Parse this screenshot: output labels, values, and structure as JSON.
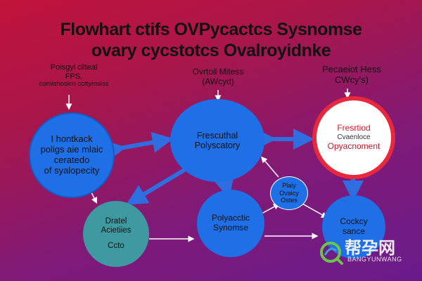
{
  "title": {
    "line1": "Flowhart ctifs OVPycactcs Sysnomse",
    "line2": "ovary cycstotcs Ovalroyidnke"
  },
  "labels": {
    "left_top": [
      "Poisgyi cilteal",
      "FPS,",
      "comishosicn ccttymsiss"
    ],
    "center_top": [
      "Ovrtoil Mitess",
      "(AWcyd)"
    ],
    "right_top": [
      "Pecaeiot Hess",
      "CWcy's)"
    ]
  },
  "nodes": {
    "left": [
      "I hontkack",
      "poligs aie mlaic",
      "ceratedo",
      "of syalopecity"
    ],
    "center": [
      "Frescuthal",
      "Polyscatory"
    ],
    "right": [
      "Fresrtiod",
      "Cvaenloce",
      "Opyacnoment"
    ],
    "small": [
      "Plaiy",
      "Ovaicy",
      "Ostes"
    ],
    "bottom_left": [
      "Dratel",
      "Acietiies",
      "Ccto"
    ],
    "bottom_center": [
      "Polyacctic",
      "Synomse"
    ],
    "bottom_right": [
      "Cockcy",
      "sance"
    ]
  },
  "watermark": {
    "chinese": "帮孕网",
    "latin": "BANGYUNWANG"
  },
  "colors": {
    "background_top": "#c2143c",
    "background_bottom": "#6a1c8c",
    "node_blue": "#1f6fe6",
    "node_teal": "#3e9aa0",
    "node_white": "#ffffff",
    "node_red_ring": "#e8283c",
    "arrow_blue": "#2f6ee0",
    "arrow_white": "#ffffff"
  }
}
